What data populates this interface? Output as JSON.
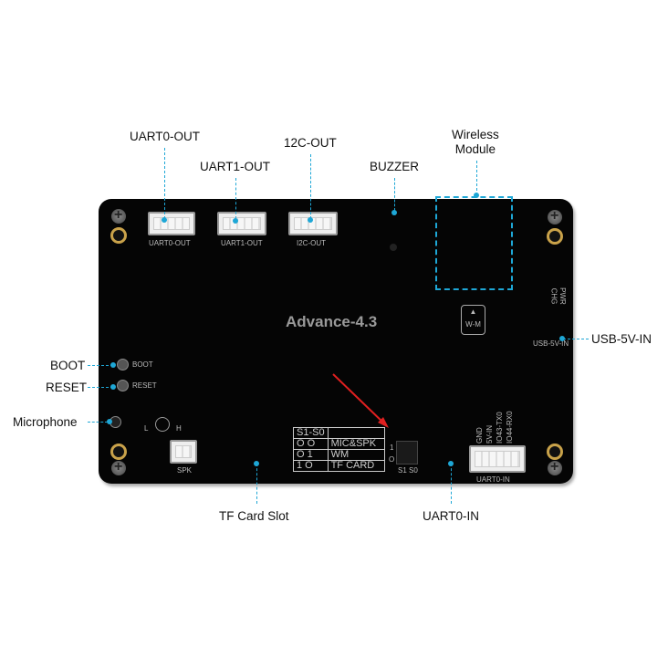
{
  "labels": {
    "uart0_out": "UART0-OUT",
    "uart1_out": "UART1-OUT",
    "i2c_out": "12C-OUT",
    "buzzer": "BUZZER",
    "wireless_line1": "Wireless",
    "wireless_line2": "Module",
    "usb": "USB-5V-IN",
    "boot": "BOOT",
    "reset": "RESET",
    "mic": "Microphone",
    "tf": "TF Card Slot",
    "uart0_in": "UART0-IN"
  },
  "board": {
    "title": "Advance-4.3",
    "silk": {
      "uart0_out": "UART0-OUT",
      "uart1_out": "UART1-OUT",
      "i2c_out": "I2C-OUT",
      "spk": "SPK",
      "uart0_in": "UART0-IN",
      "boot": "BOOT",
      "reset": "RESET",
      "usb": "USB-5V-IN",
      "chg": "CHG",
      "pwr": "PWR",
      "wm": "W-M",
      "l": "L",
      "h": "H",
      "pins": [
        "GND",
        "5V-IN",
        "IO43-TX0",
        "IO44-RX0"
      ],
      "sw_1": "1",
      "sw_0": "O",
      "sw_s": "S1 S0"
    },
    "switch_table": [
      [
        "S1-S0",
        ""
      ],
      [
        "O  O",
        "MIC&SPK"
      ],
      [
        "O  1",
        "WM"
      ],
      [
        "1  O",
        "TF CARD"
      ]
    ]
  },
  "colors": {
    "accent": "#1ea7d6",
    "board": "#050505"
  }
}
